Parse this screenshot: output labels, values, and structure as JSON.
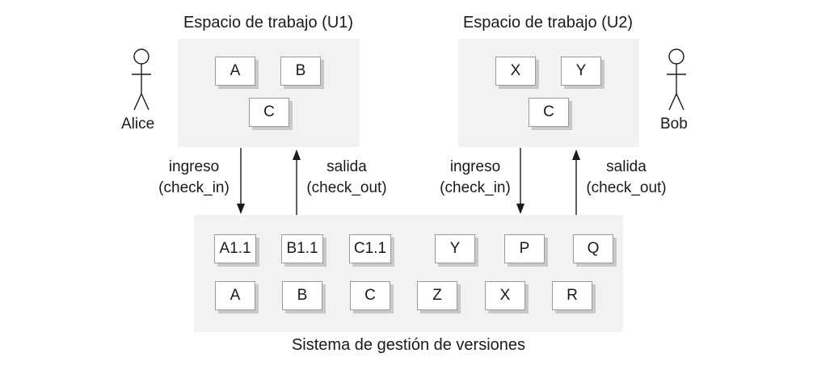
{
  "workspace_u1": {
    "title": "Espacio de trabajo (U1)",
    "components": [
      "A",
      "B",
      "C"
    ]
  },
  "workspace_u2": {
    "title": "Espacio de trabajo (U2)",
    "components": [
      "X",
      "Y",
      "C"
    ]
  },
  "actors": {
    "left": "Alice",
    "right": "Bob"
  },
  "arrows": {
    "u1_checkin": {
      "line1": "ingreso",
      "line2": "(check_in)"
    },
    "u1_checkout": {
      "line1": "salida",
      "line2": "(check_out)"
    },
    "u2_checkin": {
      "line1": "ingreso",
      "line2": "(check_in)"
    },
    "u2_checkout": {
      "line1": "salida",
      "line2": "(check_out)"
    }
  },
  "vcs": {
    "title": "Sistema de gestión de versiones",
    "row1": [
      "A1.1",
      "B1.1",
      "C1.1",
      "Y",
      "P",
      "Q"
    ],
    "row2": [
      "A",
      "B",
      "C",
      "Z",
      "X",
      "R"
    ]
  },
  "colors": {
    "region_fill": "#f2f2f2",
    "box_border": "#9a9a9a",
    "box_shadow": "#c8c8c8",
    "line": "#1a1a1a"
  }
}
